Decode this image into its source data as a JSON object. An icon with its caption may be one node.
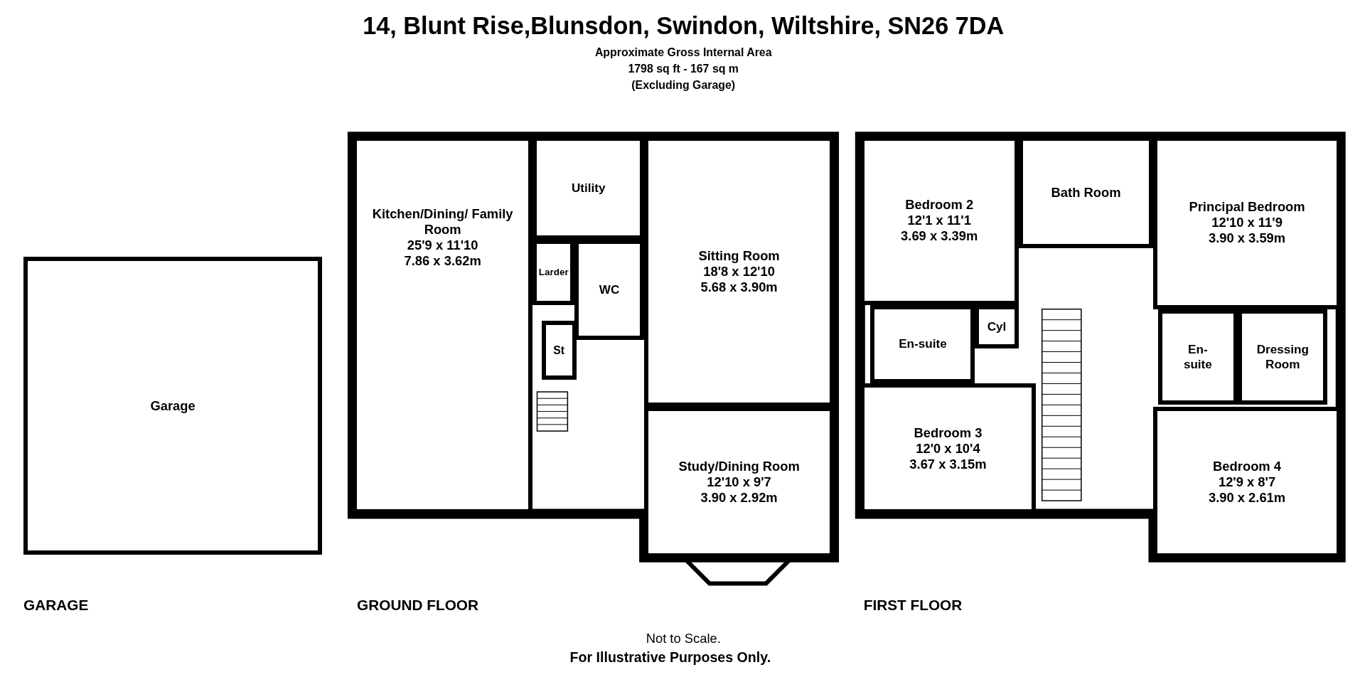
{
  "diagram": {
    "title": "14, Blunt Rise,Blunsdon, Swindon, Wiltshire, SN26 7DA",
    "nodes": [
      {
        "text": [
          "Garage"
        ]
      },
      {
        "text": [
          "Kitchen/Dining/ Family Room",
          "25'9 x 11'10",
          "7.86 x 3.62m"
        ]
      },
      {
        "text": [
          "Utility"
        ]
      },
      {
        "text": [
          "Larder"
        ]
      },
      {
        "text": [
          "WC"
        ]
      },
      {
        "text": [
          "Sitting Room",
          "18'8 x 12'10",
          "5.68 x 3.90m"
        ]
      },
      {
        "text": [
          "St"
        ]
      },
      {
        "text": [
          "Study/Dining Room",
          "12'10 x 9'7",
          "3.90 x 2.92m"
        ]
      },
      {
        "text": [
          "Bedroom 2",
          "12'1 x 11'1",
          "3.69 x 3.39m"
        ]
      },
      {
        "text": [
          "Bath Room"
        ]
      },
      {
        "text": [
          "Principal Bedroom",
          "12'10 x 11'9",
          "3.90 x 3.59m"
        ]
      },
      {
        "text": [
          "En-suite"
        ]
      },
      {
        "text": [
          "Cyl"
        ]
      },
      {
        "text": [
          "En-suite"
        ]
      },
      {
        "text": [
          "Dressing Room"
        ]
      },
      {
        "text": [
          "Bedroom 3",
          "12'0 x 10'4",
          "3.67 x 3.15m"
        ]
      },
      {
        "text": [
          "Bedroom 4",
          "12'9 x 8'7",
          "3.90 x 2.61m"
        ]
      }
    ],
    "labels": [
      "Approximate Gross Internal Area",
      "1798 sq ft - 167 sq m",
      "(Excluding Garage)",
      "GARAGE",
      "GROUND FLOOR",
      "FIRST FLOOR",
      "Not to Scale.",
      "For Illustrative Purposes Only."
    ]
  }
}
